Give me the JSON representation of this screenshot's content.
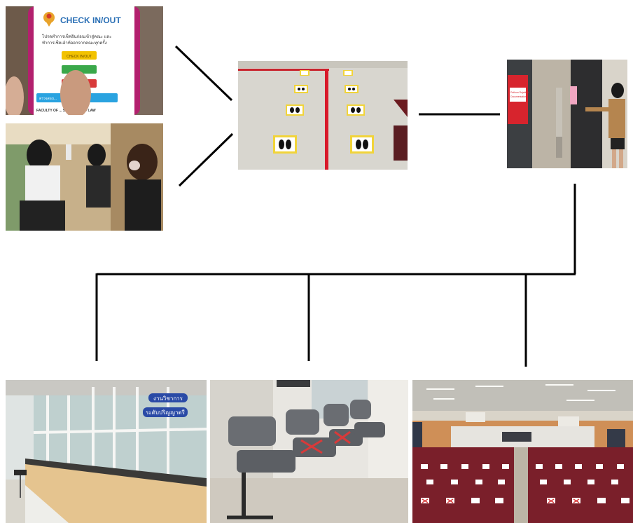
{
  "phone_app": {
    "title": "CHECK IN/OUT",
    "instruction_line1": "โปรดทำการเช็คอินก่อนเข้าสู่คณะ และ",
    "instruction_line2": "ทำการเช็คเอ้าท์ออกจากคณะทุกครั้ง",
    "checkin_button": "CHECK IN/OUT",
    "footer_button": "ตรวจสอบ...",
    "footer_text": "FACULTY OF ... SCIENCE AND LAW"
  },
  "thermometer_photo": {},
  "floor_markers_photo": {},
  "hand_sanitizer_photo": {
    "poster_text_1": "Pathum Rajabhat",
    "poster_text_2": "Documentation"
  },
  "service_counter_photo": {
    "sign_line1": "งานวิชาการ",
    "sign_line2": "ระดับปริญญาตรี"
  },
  "waiting_seats_photo": {},
  "lecture_hall_photo": {},
  "colors": {
    "line": "#000000",
    "phone_screen": "#ffffff",
    "phone_title": "#2a6fb5",
    "button_yellow": "#f2c200",
    "button_green": "#3aa84a",
    "button_red": "#d83a3a",
    "button_blue": "#2aa3e0",
    "floor_red_line": "#d8192a",
    "seat_gray": "#6a6d72",
    "hall_seat_red": "#7a1f2a"
  }
}
